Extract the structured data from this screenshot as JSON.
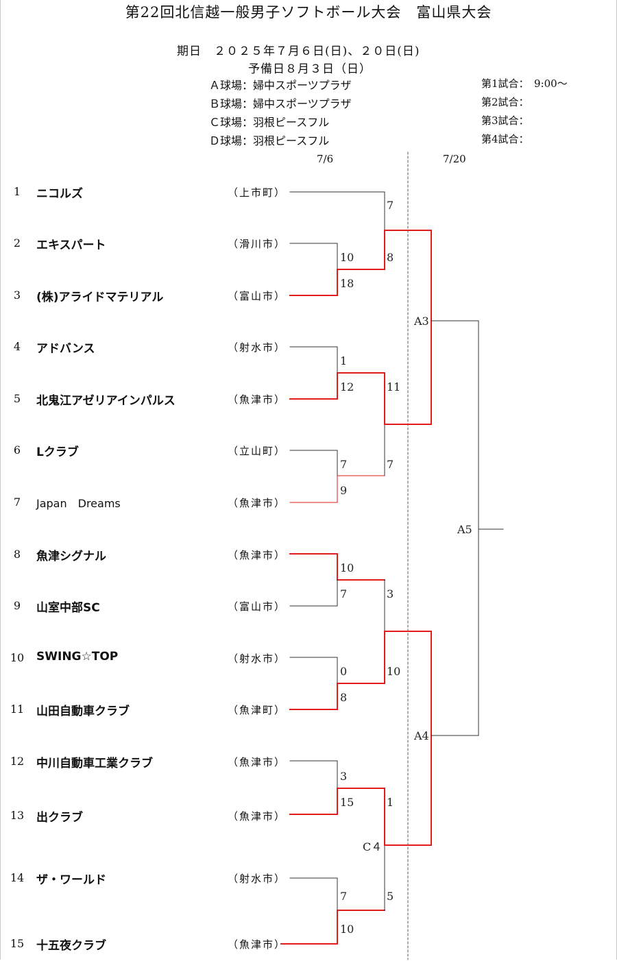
{
  "title": "第22回北信越一般男子ソフトボール大会　富山県大会",
  "schedule": {
    "line1": "期日　２０２５年７月６日(日)、２０日(日)",
    "line2": "予備日８月３日（日）"
  },
  "venues": [
    "Ａ球場：婦中スポーツプラザ",
    "Ｂ球場：婦中スポーツプラザ",
    "Ｃ球場：羽根ピースフル",
    "Ｄ球場：羽根ピースフル"
  ],
  "slots": [
    "第1試合：　9:00～",
    "第2試合：",
    "第3試合：",
    "第4試合："
  ],
  "round_dates": [
    "7/6",
    "7/20"
  ],
  "teams": [
    {
      "no": "1",
      "name": "ニコルズ",
      "city": "（上市町）"
    },
    {
      "no": "2",
      "name": "エキスパート",
      "city": "（滑川市）"
    },
    {
      "no": "3",
      "name": "(株)アライドマテリアル",
      "city": "（富山市）"
    },
    {
      "no": "4",
      "name": "アドバンス",
      "city": "（射水市）"
    },
    {
      "no": "5",
      "name": "北鬼江アゼリアインパルス",
      "city": "（魚津市）"
    },
    {
      "no": "6",
      "name": "Lクラブ",
      "city": "（立山町）"
    },
    {
      "no": "7",
      "name": "Japan　Dreams",
      "city": "（魚津市）"
    },
    {
      "no": "8",
      "name": "魚津シグナル",
      "city": "（魚津市）"
    },
    {
      "no": "9",
      "name": "山室中部SC",
      "city": "（富山市）"
    },
    {
      "no": "10",
      "name": "SWING☆TOP",
      "city": "（射水市）"
    },
    {
      "no": "11",
      "name": "山田自動車クラブ",
      "city": "（魚津町）"
    },
    {
      "no": "12",
      "name": "中川自動車工業クラブ",
      "city": "（魚津市）"
    },
    {
      "no": "13",
      "name": "出クラブ",
      "city": "（魚津市）"
    },
    {
      "no": "14",
      "name": "ザ・ワールド",
      "city": "（射水市）"
    },
    {
      "no": "15",
      "name": "十五夜クラブ",
      "city": "（魚津市）"
    }
  ],
  "scores": {
    "g_2v3": [
      "10",
      "18"
    ],
    "g_4v5": [
      "1",
      "12"
    ],
    "g_6v7": [
      "7",
      "9"
    ],
    "g_8v9": [
      "10",
      "7"
    ],
    "g_10v11": [
      "0",
      "8"
    ],
    "g_12v13": [
      "3",
      "15"
    ],
    "g_14v15": [
      "7",
      "10"
    ],
    "g_1vW23": [
      "7",
      "8"
    ],
    "g_W45vW67": [
      "11",
      "7"
    ],
    "g_W89vW1011": [
      "3",
      "10"
    ],
    "g_W1213vW1415": [
      "1",
      "5"
    ]
  },
  "game_labels": {
    "a3": "A3",
    "a4": "A4",
    "a5": "A5",
    "c4": "C４"
  },
  "colors": {
    "win": "#e31b1b",
    "line": "#333333",
    "divider": "#555555"
  }
}
